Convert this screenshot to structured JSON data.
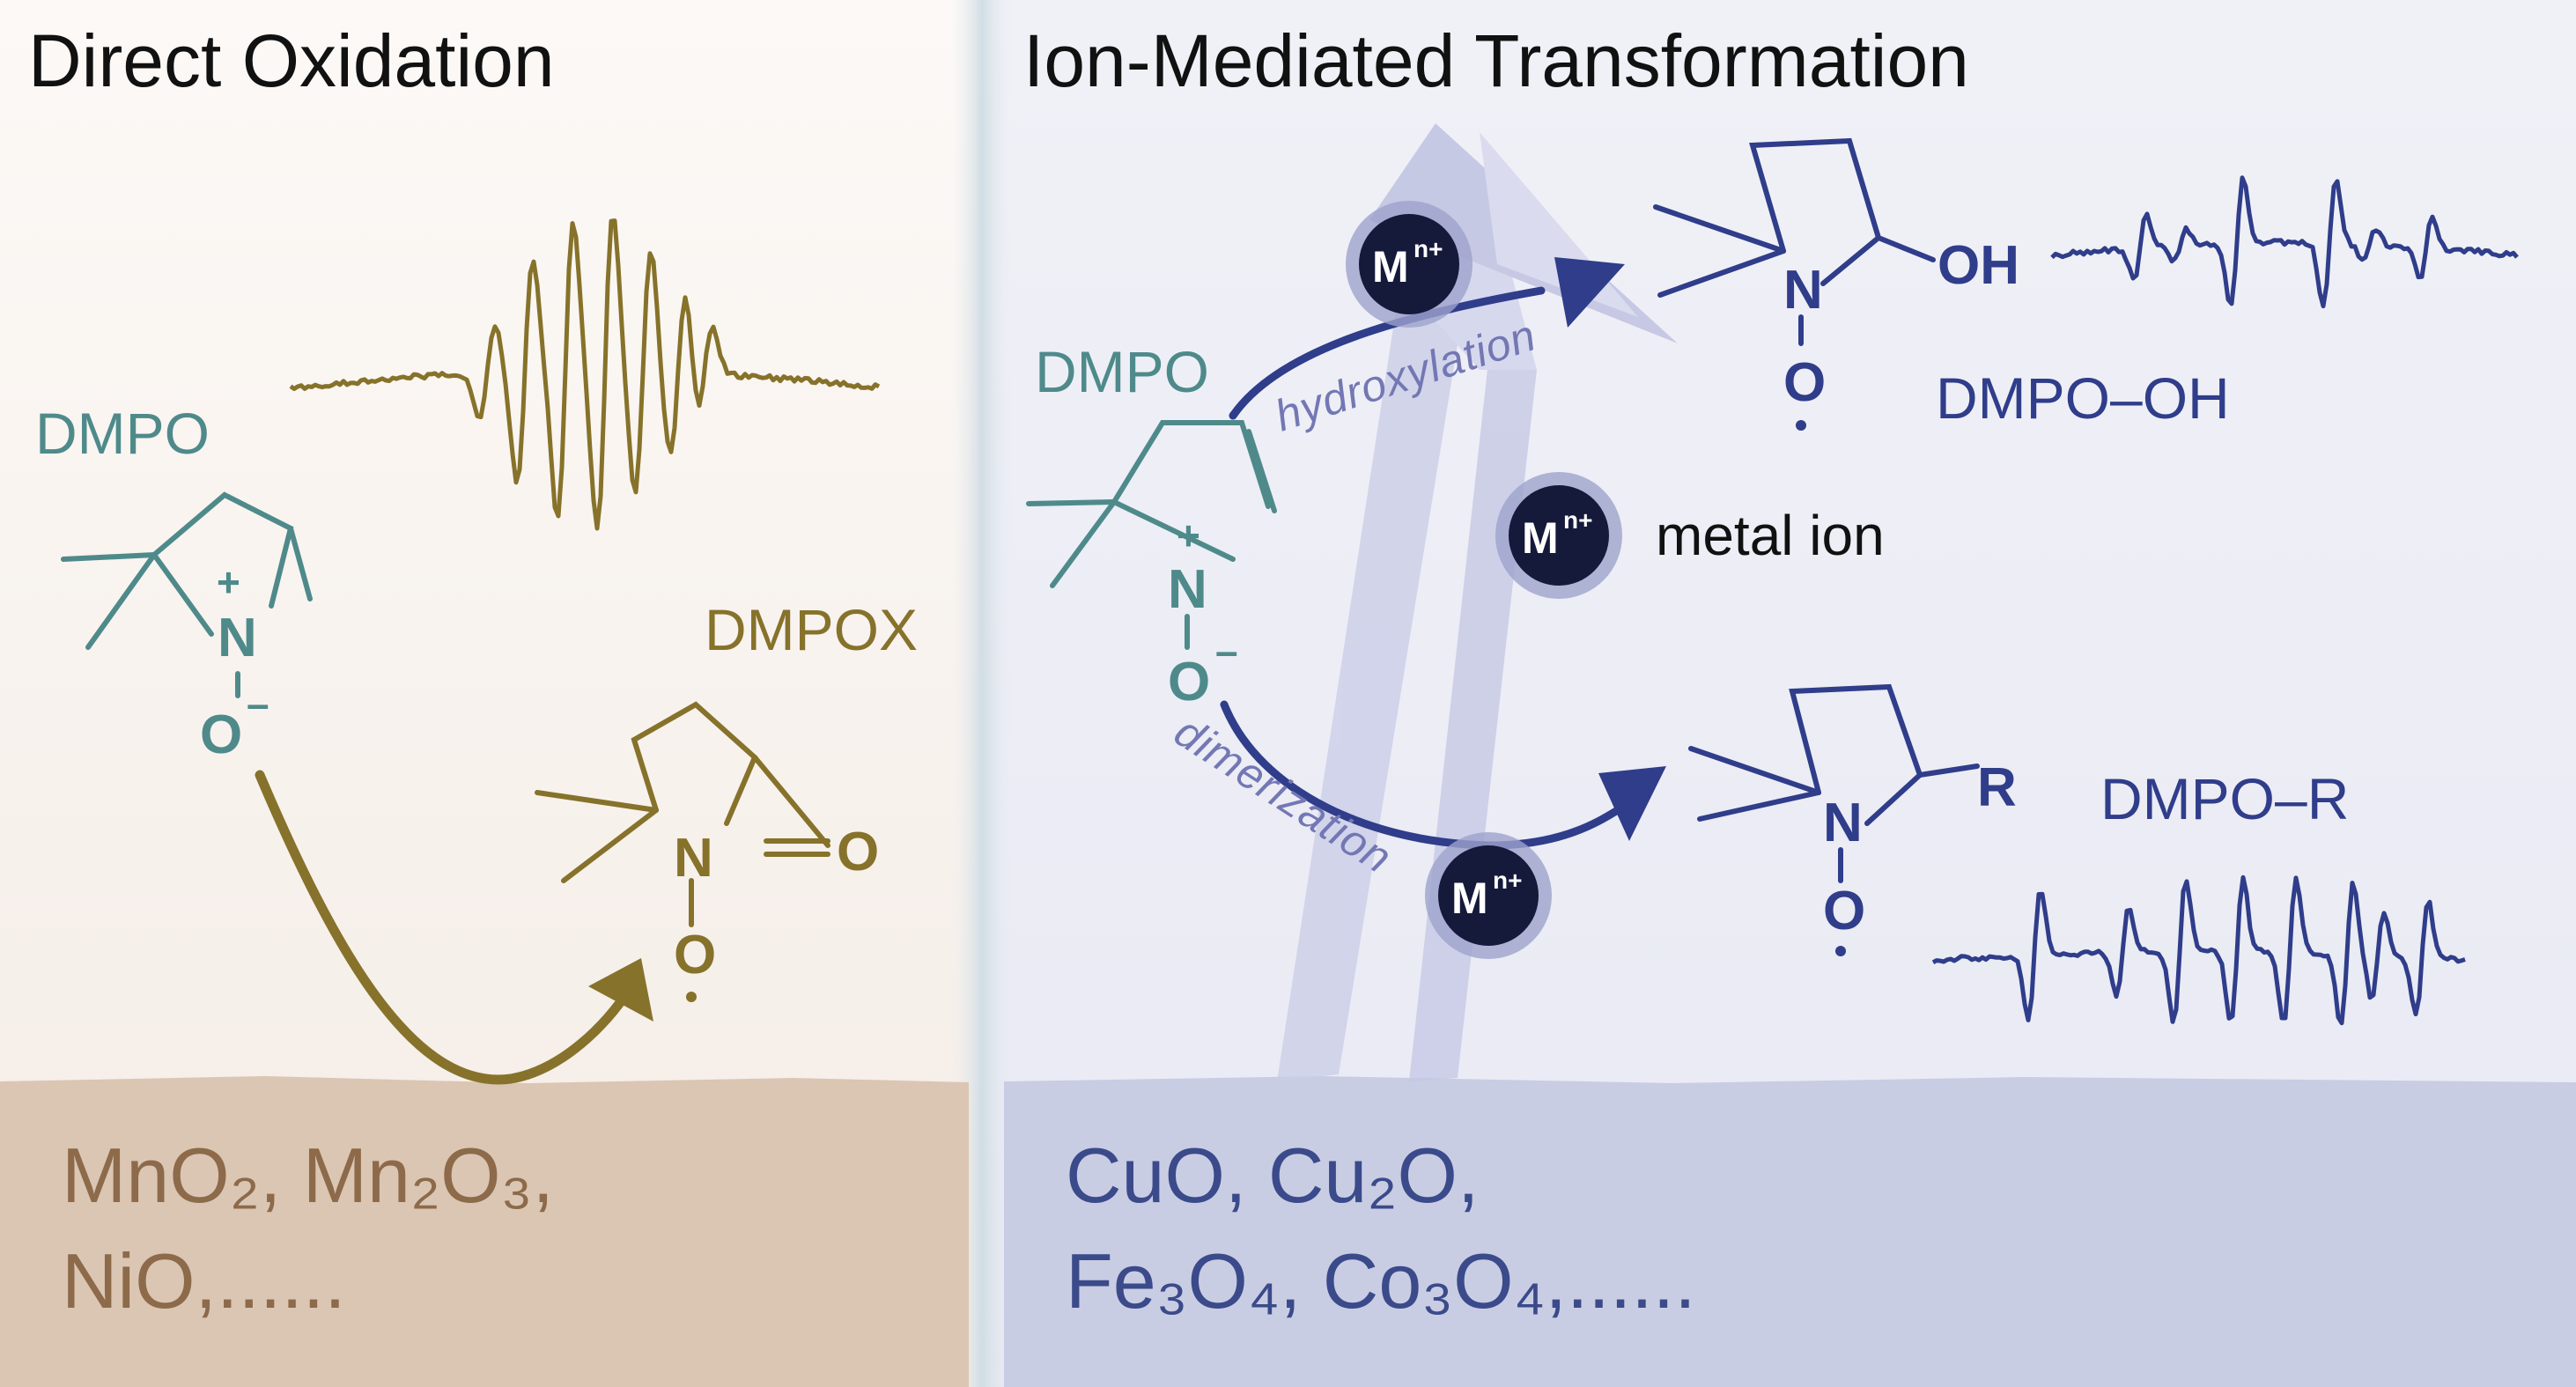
{
  "colors": {
    "left_background_top": "#fcf9f6",
    "left_background_bottom": "#f5ede7",
    "left_base": "#dbc6b3",
    "left_base_text": "#8c6a4a",
    "right_background": "#ecedf5",
    "right_base": "#c9cde3",
    "right_base_text": "#3b4a8a",
    "dmpo_teal": "#4f8a8b",
    "oxidation_gold": "#86722a",
    "navy": "#2f3d8a",
    "ion_dark": "#15193a",
    "ion_ring": "#8f93c0",
    "label_lilac": "#7378b4",
    "background_arrow": "#c8cbe6"
  },
  "left_panel": {
    "title": "Direct Oxidation",
    "reactant_label": "DMPO",
    "product_label": "DMPOX",
    "atoms": {
      "n": "N",
      "o": "O",
      "plus": "+",
      "minus": "–",
      "carbonyl_o": "O",
      "product_n": "N",
      "product_o": "O"
    },
    "oxides_line1": "MnO₂, Mn₂O₃,",
    "oxides_line2": "NiO,......"
  },
  "right_panel": {
    "title": "Ion-Mediated Transformation",
    "reactant_label": "DMPO",
    "atoms": {
      "n": "N",
      "o": "O",
      "plus": "+",
      "minus": "–"
    },
    "hydroxylation": {
      "arrow_label": "hydroxylation",
      "product_label": "DMPO–OH",
      "group": "OH",
      "n": "N",
      "o": "O"
    },
    "dimerization": {
      "arrow_label": "dimerization",
      "product_label": "DMPO–R",
      "group": "R",
      "n": "N",
      "o": "O"
    },
    "metal_ion": {
      "symbol": "M",
      "charge": "n+",
      "legend": "metal ion"
    },
    "oxides_line1": "CuO, Cu₂O,",
    "oxides_line2": "Fe₃O₄, Co₃O₄,......"
  }
}
